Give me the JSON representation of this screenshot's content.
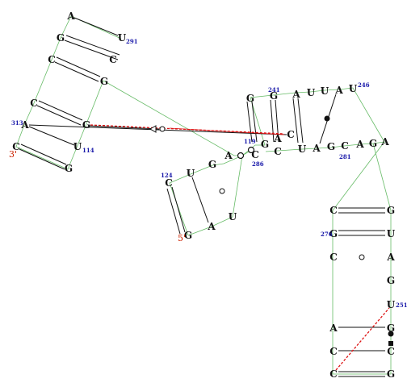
{
  "nucleotides": [
    {
      "id": "n1",
      "letter": "A"
    },
    {
      "id": "n2",
      "letter": "U"
    },
    {
      "id": "n3",
      "letter": "G"
    },
    {
      "id": "n4",
      "letter": "C"
    },
    {
      "id": "n5",
      "letter": "C"
    },
    {
      "id": "n6",
      "letter": "G"
    },
    {
      "id": "n7",
      "letter": "C"
    },
    {
      "id": "n8",
      "letter": "A"
    },
    {
      "id": "n9",
      "letter": "G"
    },
    {
      "id": "n10",
      "letter": "C"
    },
    {
      "id": "n11",
      "letter": "U"
    },
    {
      "id": "n12",
      "letter": "G"
    },
    {
      "id": "n13",
      "letter": "G"
    },
    {
      "id": "n14",
      "letter": "G"
    },
    {
      "id": "n15",
      "letter": "A"
    },
    {
      "id": "n16",
      "letter": "U"
    },
    {
      "id": "n17",
      "letter": "U"
    },
    {
      "id": "n18",
      "letter": "A"
    },
    {
      "id": "n19",
      "letter": "U"
    },
    {
      "id": "n20",
      "letter": "G"
    },
    {
      "id": "n21",
      "letter": "A"
    },
    {
      "id": "n22",
      "letter": "C"
    },
    {
      "id": "n23",
      "letter": "C"
    },
    {
      "id": "n24",
      "letter": "C"
    },
    {
      "id": "n25",
      "letter": "U"
    },
    {
      "id": "n26",
      "letter": "A"
    },
    {
      "id": "n27",
      "letter": "G"
    },
    {
      "id": "n28",
      "letter": "C"
    },
    {
      "id": "n29",
      "letter": "A"
    },
    {
      "id": "n30",
      "letter": "G"
    },
    {
      "id": "n31",
      "letter": "A"
    },
    {
      "id": "n32",
      "letter": "A"
    },
    {
      "id": "n33",
      "letter": "G"
    },
    {
      "id": "n34",
      "letter": "U"
    },
    {
      "id": "n35",
      "letter": "C"
    },
    {
      "id": "n36",
      "letter": "G"
    },
    {
      "id": "n37",
      "letter": "A"
    },
    {
      "id": "n38",
      "letter": "U"
    },
    {
      "id": "n39",
      "letter": "C"
    },
    {
      "id": "n40",
      "letter": "G"
    },
    {
      "id": "n41",
      "letter": "C"
    },
    {
      "id": "n42",
      "letter": "G"
    },
    {
      "id": "n43",
      "letter": "U"
    },
    {
      "id": "n44",
      "letter": "A"
    },
    {
      "id": "n45",
      "letter": "G"
    },
    {
      "id": "n46",
      "letter": "U"
    },
    {
      "id": "n47",
      "letter": "A"
    },
    {
      "id": "n48",
      "letter": "G"
    },
    {
      "id": "n49",
      "letter": "C"
    },
    {
      "id": "n50",
      "letter": "C"
    }
  ],
  "labels": [
    {
      "id": "l291",
      "text": "291",
      "kind": "number"
    },
    {
      "id": "l313",
      "text": "313",
      "kind": "number"
    },
    {
      "id": "l3p",
      "text": "3'",
      "kind": "end"
    },
    {
      "id": "l114",
      "text": "114",
      "kind": "number"
    },
    {
      "id": "l124",
      "text": "124",
      "kind": "number"
    },
    {
      "id": "l5p",
      "text": "5'",
      "kind": "end"
    },
    {
      "id": "l241",
      "text": "241",
      "kind": "number"
    },
    {
      "id": "l246",
      "text": "246",
      "kind": "number"
    },
    {
      "id": "l119",
      "text": "119",
      "kind": "number"
    },
    {
      "id": "l286",
      "text": "286",
      "kind": "number"
    },
    {
      "id": "l281",
      "text": "281",
      "kind": "number"
    },
    {
      "id": "l276",
      "text": "276",
      "kind": "number"
    },
    {
      "id": "l251",
      "text": "251",
      "kind": "number"
    }
  ],
  "colors": {
    "backbone": "#66bb66",
    "pair": "#111111",
    "tertiary": "#dd1111",
    "nucleotide_text": "#111111",
    "number_text": "#1a1aaa",
    "end_text": "#cc2200"
  }
}
